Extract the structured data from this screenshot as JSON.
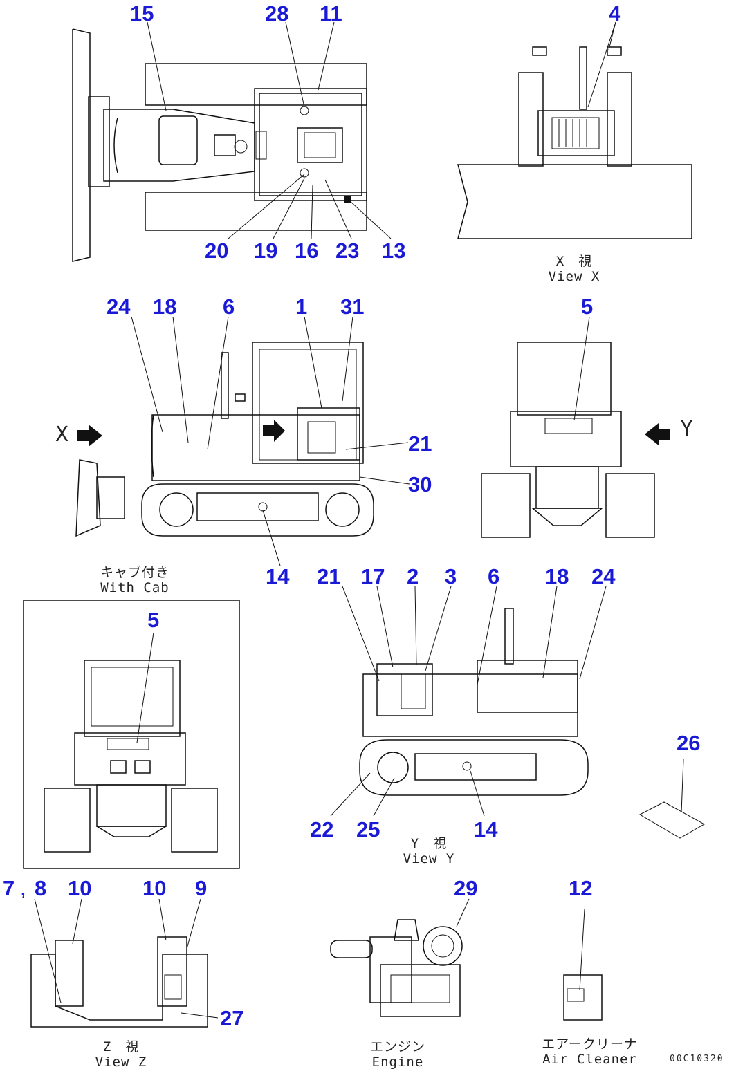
{
  "diagram": {
    "callouts": {
      "c15": "15",
      "c28": "28",
      "c11_top": "11",
      "c4": "4",
      "c20": "20",
      "c19": "19",
      "c16": "16",
      "c23": "23",
      "c13": "13",
      "c24a": "24",
      "c18a": "18",
      "c6a": "6",
      "c1": "1",
      "c31": "31",
      "c5a": "5",
      "c21a": "21",
      "c30": "30",
      "c14a": "14",
      "c5b": "5",
      "c21b": "21",
      "c17": "17",
      "c2": "2",
      "c3": "3",
      "c6b": "6",
      "c18b": "18",
      "c24b": "24",
      "c26": "26",
      "c22": "22",
      "c25": "25",
      "c14b": "14",
      "c7": "7",
      "c7comma": ",",
      "c8": "8",
      "c10a": "10",
      "c10b": "10",
      "c9": "9",
      "c27": "27",
      "c29": "29",
      "c12": "12"
    },
    "captions": {
      "view_x_jp": "X　視",
      "view_x_en": "View X",
      "cab_jp": "キャブ付き",
      "cab_en": "With Cab",
      "view_y_jp": "Y　視",
      "view_y_en": "View Y",
      "view_z_jp": "Z　視",
      "view_z_en": "View Z",
      "engine_jp": "エンジン",
      "engine_en": "Engine",
      "air_jp": "エアークリーナ",
      "air_en": "Air Cleaner",
      "x_arrow": "X",
      "y_arrow": "Y"
    },
    "doc_number": "00C10320"
  }
}
